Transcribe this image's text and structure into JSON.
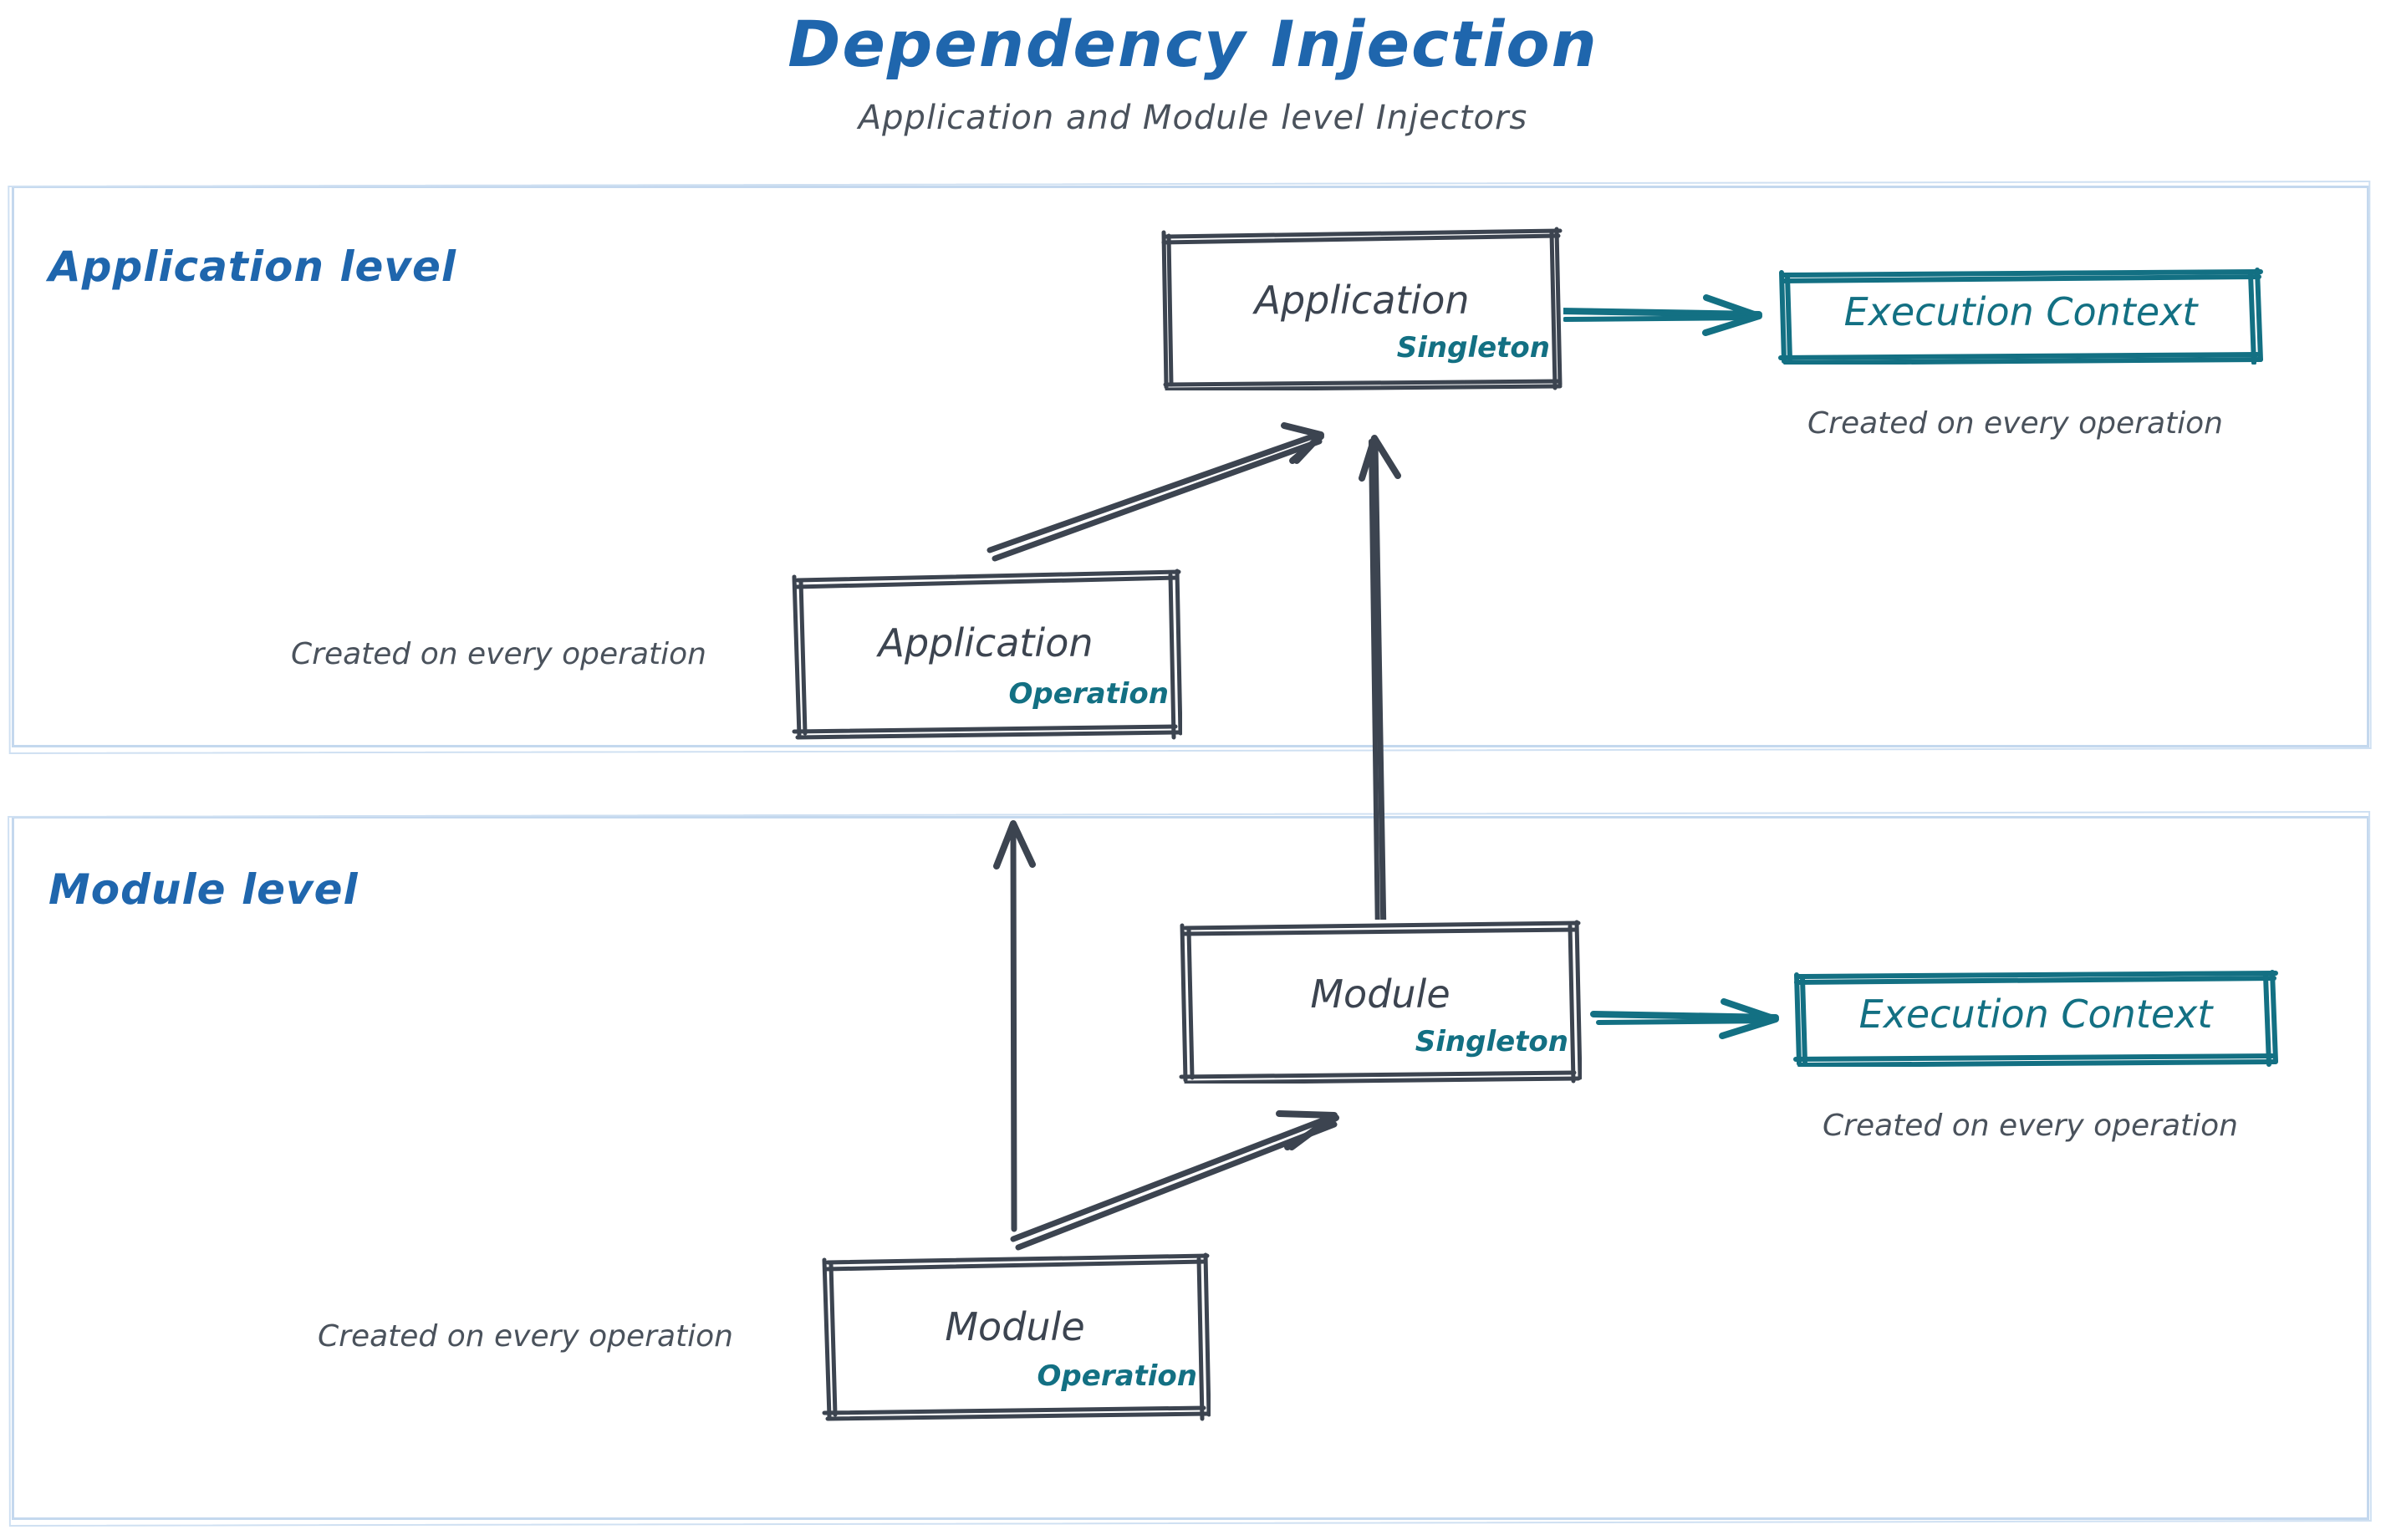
{
  "header": {
    "title": "Dependency Injection",
    "subtitle": "Application and Module level Injectors"
  },
  "colors": {
    "title_blue": "#1f66ad",
    "level_label_blue": "#1f66ad",
    "container_border": "#c4d8ee",
    "node_stroke": "#3c4450",
    "node_text": "#3c4450",
    "accent_teal": "#137083",
    "caption_text": "#4a525c",
    "background": "#ffffff"
  },
  "levels": [
    {
      "id": "application-level",
      "label": "Application level"
    },
    {
      "id": "module-level",
      "label": "Module level"
    }
  ],
  "nodes": [
    {
      "id": "application-singleton",
      "title": "Application",
      "scope": "Singleton",
      "style": "dark"
    },
    {
      "id": "application-execution-context",
      "title": "Execution Context",
      "scope": "",
      "style": "teal"
    },
    {
      "id": "application-operation",
      "title": "Application",
      "scope": "Operation",
      "style": "dark"
    },
    {
      "id": "module-singleton",
      "title": "Module",
      "scope": "Singleton",
      "style": "dark"
    },
    {
      "id": "module-execution-context",
      "title": "Execution Context",
      "scope": "",
      "style": "teal"
    },
    {
      "id": "module-operation",
      "title": "Module",
      "scope": "Operation",
      "style": "dark"
    }
  ],
  "captions": [
    {
      "id": "caption-application-execution-context",
      "text": "Created on every operation"
    },
    {
      "id": "caption-application-operation",
      "text": "Created on every operation"
    },
    {
      "id": "caption-module-execution-context",
      "text": "Created on every operation"
    },
    {
      "id": "caption-module-operation",
      "text": "Created on every operation"
    }
  ],
  "edges": [
    {
      "id": "edge-application-singleton-to-execution-context",
      "from": "application-singleton",
      "to": "application-execution-context",
      "color": "teal",
      "direction": "right"
    },
    {
      "id": "edge-application-operation-to-application-singleton",
      "from": "application-operation",
      "to": "application-singleton",
      "color": "dark",
      "direction": "up-right"
    },
    {
      "id": "edge-module-singleton-to-application-singleton",
      "from": "module-singleton",
      "to": "application-singleton",
      "color": "dark",
      "direction": "up"
    },
    {
      "id": "edge-module-operation-to-application-operation",
      "from": "module-operation",
      "to": "application-operation",
      "color": "dark",
      "direction": "up"
    },
    {
      "id": "edge-module-operation-to-module-singleton",
      "from": "module-operation",
      "to": "module-singleton",
      "color": "dark",
      "direction": "up-right"
    },
    {
      "id": "edge-module-singleton-to-module-execution-context",
      "from": "module-singleton",
      "to": "module-execution-context",
      "color": "teal",
      "direction": "right"
    }
  ]
}
